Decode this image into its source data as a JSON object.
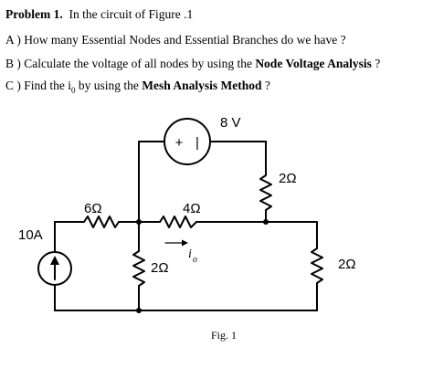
{
  "problem": {
    "title": "Problem 1.",
    "intro": "In the circuit of Figure .1",
    "question_a": "A ) How many Essential Nodes and Essential Branches do we have ?",
    "question_b_prefix": "B ) Calculate the voltage of all nodes by using the ",
    "question_b_bold": "Node Voltage Analysis",
    "question_b_suffix": " ?",
    "question_c_prefix": "C ) Find the i",
    "question_c_sub": "0",
    "question_c_mid": " by using the ",
    "question_c_bold": "Mesh Analysis Method",
    "question_c_suffix": " ?"
  },
  "circuit": {
    "current_source_label": "10A",
    "voltage_source_label": "8 V",
    "voltage_source_plus": "+",
    "voltage_source_minus": "|",
    "r_left_top": "6Ω",
    "r_middle_top": "4Ω",
    "r_middle_vertical": "2Ω",
    "r_upper_right": "2Ω",
    "r_right": "2Ω",
    "current_label": "i",
    "current_label_sub": "o"
  },
  "figure_caption": "Fig. 1"
}
